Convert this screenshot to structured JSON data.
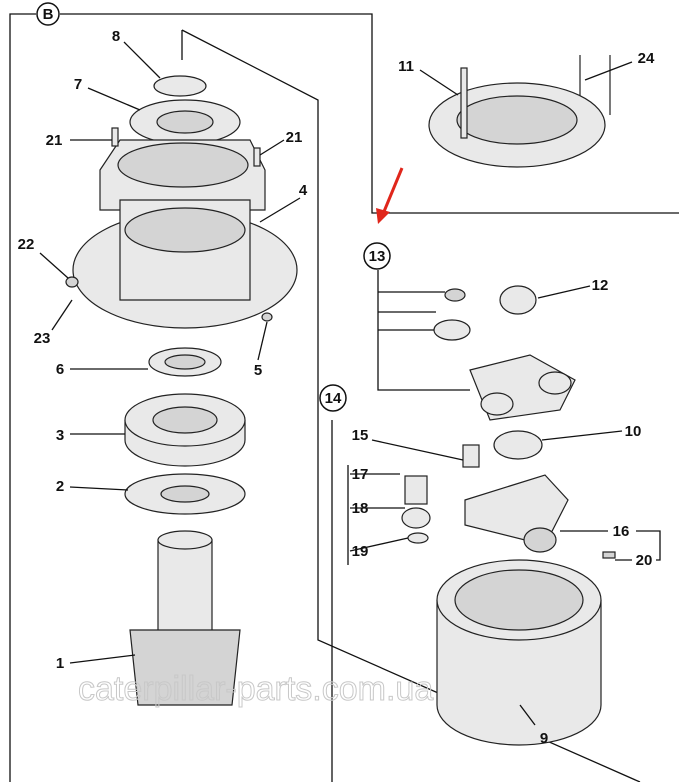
{
  "diagram": {
    "group_labels": {
      "b": "B",
      "g13": "13",
      "g14": "14"
    },
    "callouts": {
      "p1": "1",
      "p2": "2",
      "p3": "3",
      "p4": "4",
      "p5": "5",
      "p6": "6",
      "p7": "7",
      "p8": "8",
      "p9": "9",
      "p10": "10",
      "p11": "11",
      "p12": "12",
      "p15": "15",
      "p16": "16",
      "p17": "17",
      "p18": "18",
      "p19": "19",
      "p20": "20",
      "p21a": "21",
      "p21b": "21",
      "p22": "22",
      "p23": "23",
      "p24": "24"
    },
    "watermark": "caterpillar-parts.com.ua",
    "colors": {
      "arrow": "#e0261b",
      "ink": "#111111"
    }
  }
}
